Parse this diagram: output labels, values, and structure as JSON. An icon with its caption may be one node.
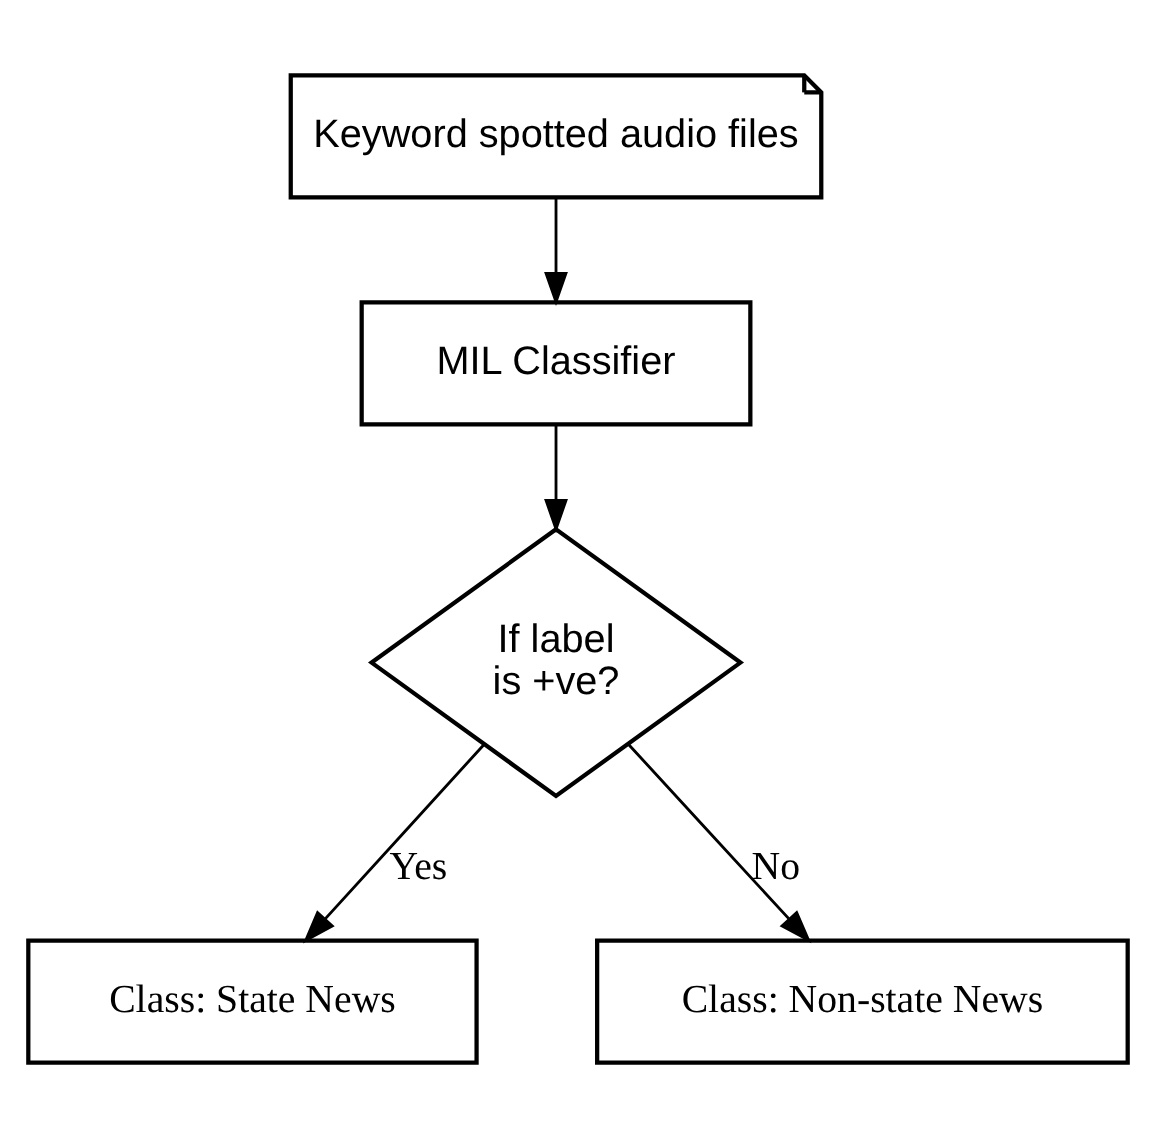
{
  "diagram": {
    "nodes": [
      {
        "text": [
          "Keyword spotted audio files"
        ]
      },
      {
        "text": [
          "MIL Classifier"
        ]
      },
      {
        "text": [
          "If label is +ve?"
        ]
      },
      {
        "text": [
          "Class: State News"
        ]
      },
      {
        "text": [
          "Class: Non-state News"
        ]
      }
    ],
    "edges": [
      {
        "from": 0,
        "to": 1,
        "arrow": "to"
      },
      {
        "from": 1,
        "to": 2,
        "arrow": "to"
      },
      {
        "from": 2,
        "to": 3,
        "arrow": "to",
        "label": "Yes"
      },
      {
        "from": 2,
        "to": 4,
        "arrow": "to",
        "label": "No"
      }
    ]
  }
}
